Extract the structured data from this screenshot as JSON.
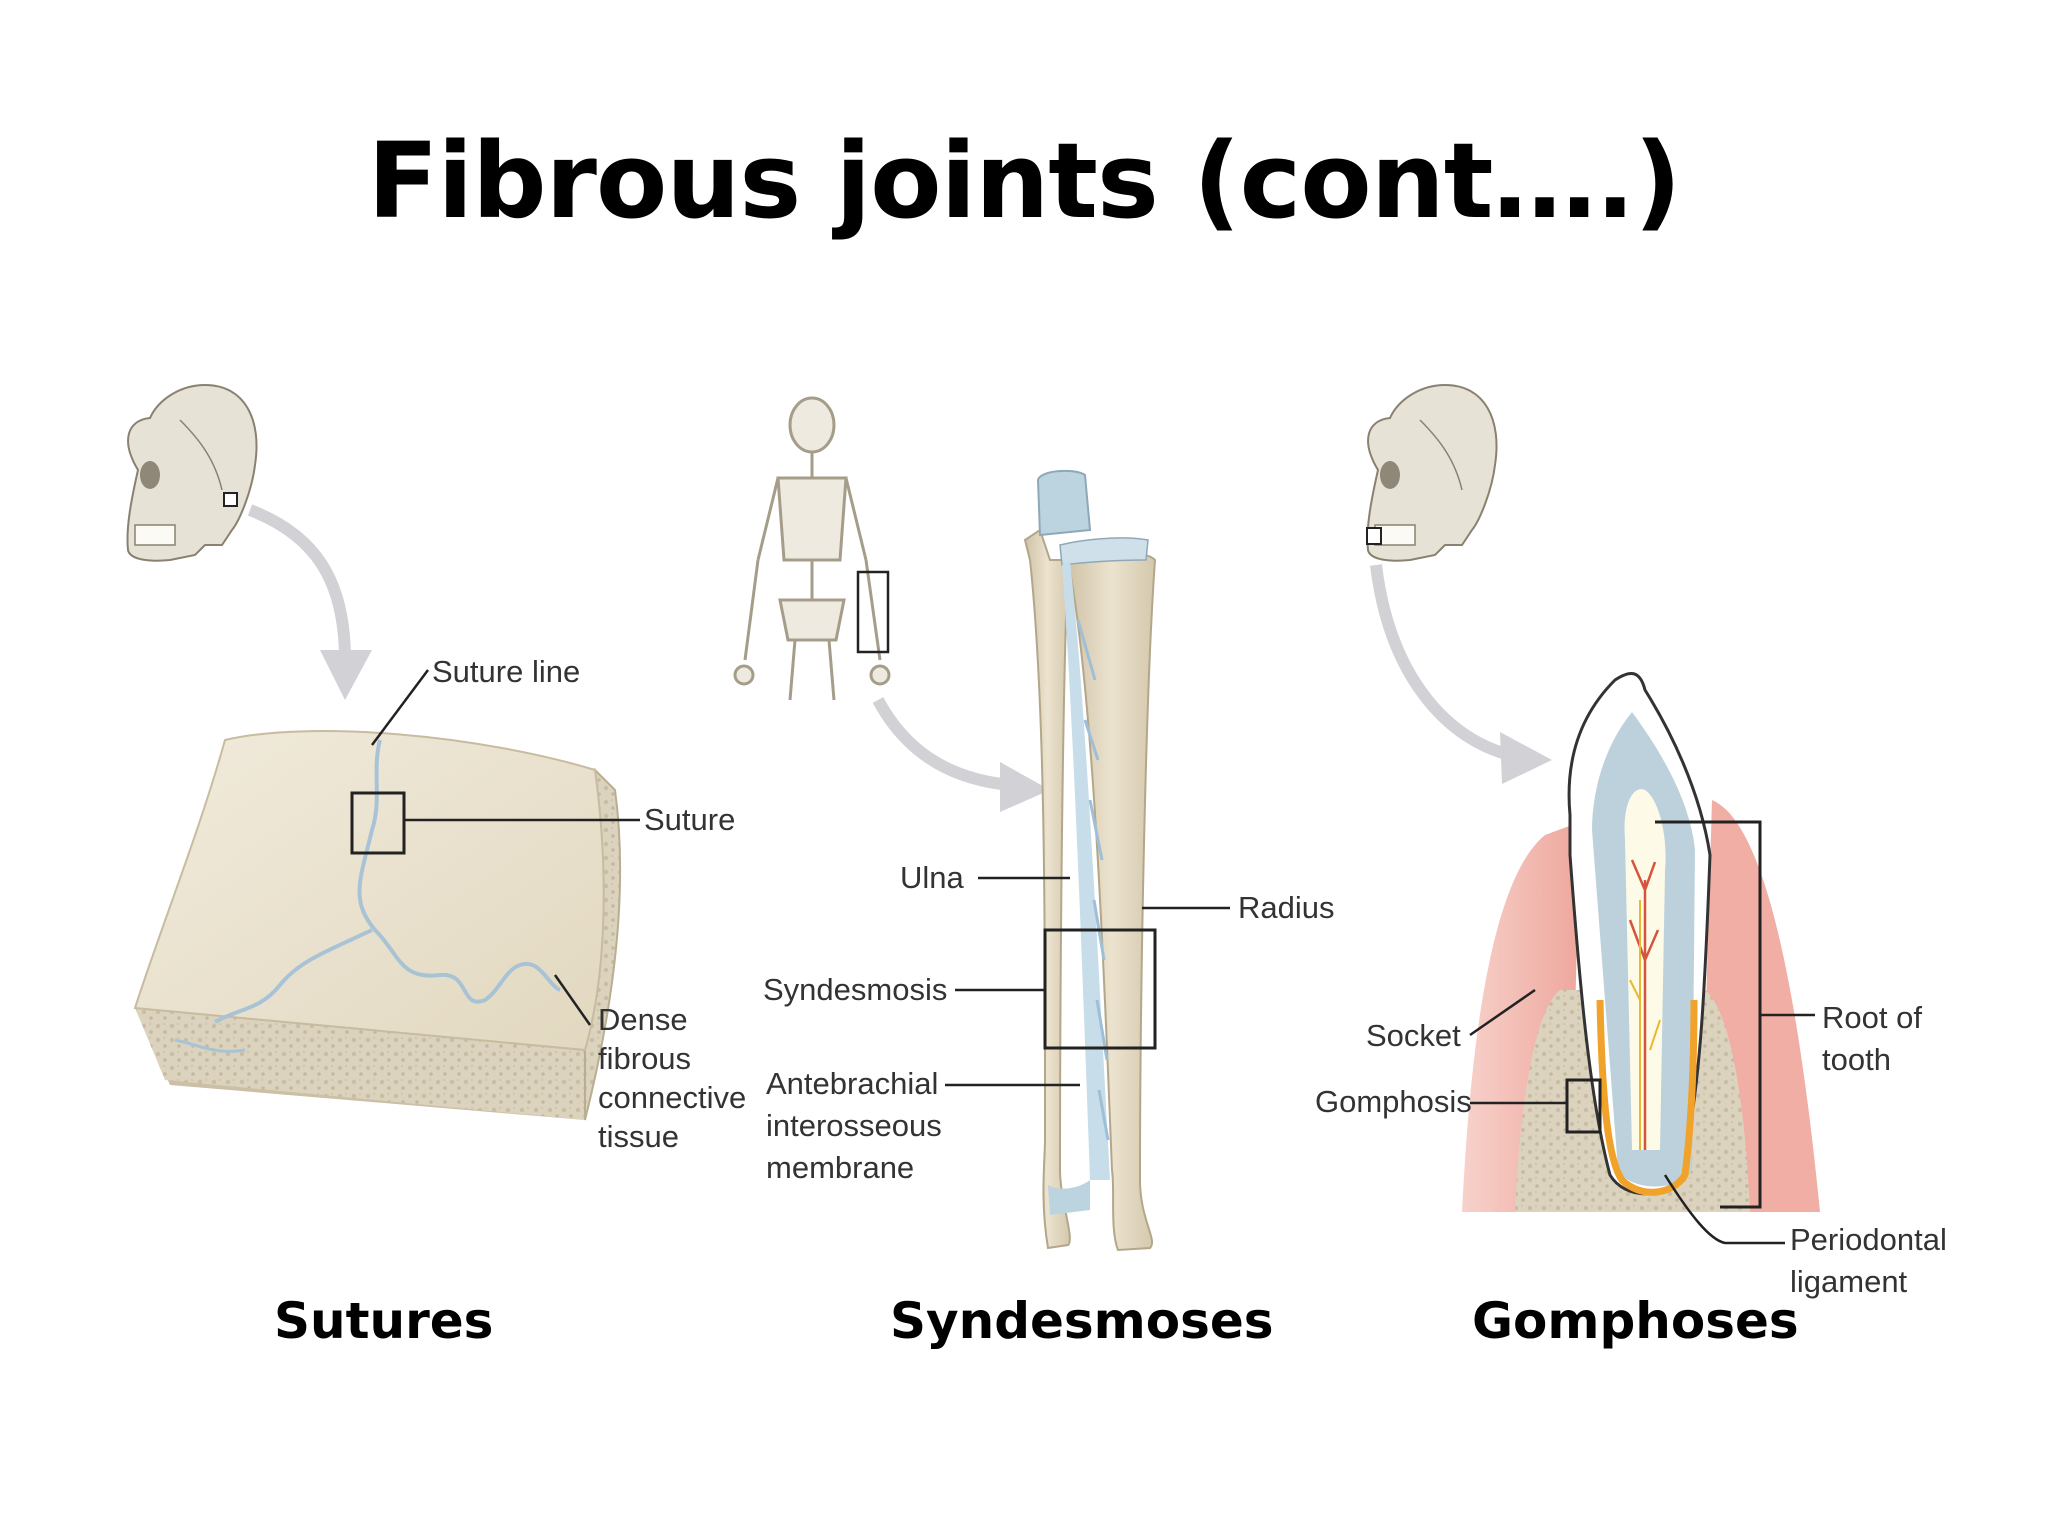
{
  "title": "Fibrous joints (cont….)",
  "panels": {
    "sutures": {
      "caption": "Sutures",
      "labels": {
        "suture_line": "Suture line",
        "suture": "Suture",
        "dense_1": "Dense",
        "dense_2": "fibrous",
        "dense_3": "connective",
        "dense_4": "tissue"
      }
    },
    "syndesmoses": {
      "caption": "Syndesmoses",
      "labels": {
        "ulna": "Ulna",
        "radius": "Radius",
        "syndesmosis": "Syndesmosis",
        "membrane_1": "Antebrachial",
        "membrane_2": "interosseous",
        "membrane_3": "membrane"
      }
    },
    "gomphoses": {
      "caption": "Gomphoses",
      "labels": {
        "socket": "Socket",
        "gomphosis": "Gomphosis",
        "root_1": "Root of",
        "root_2": "tooth",
        "perio_1": "Periodontal",
        "perio_2": "ligament"
      }
    }
  },
  "colors": {
    "bone": "#e8dfca",
    "bone_shadow": "#d3c7ab",
    "spongy": "#d8cfb9",
    "fiber": "#9fbfd8",
    "enamel": "#ffffff",
    "dentin": "#bfd3de",
    "gum": "#f1b9b0",
    "ligament": "#f0a22a",
    "pulp": "#fdfbe8",
    "arrow": "#d2d2d6"
  },
  "icons": [
    "skull-icon",
    "skeleton-icon",
    "curved-arrow-icon"
  ]
}
